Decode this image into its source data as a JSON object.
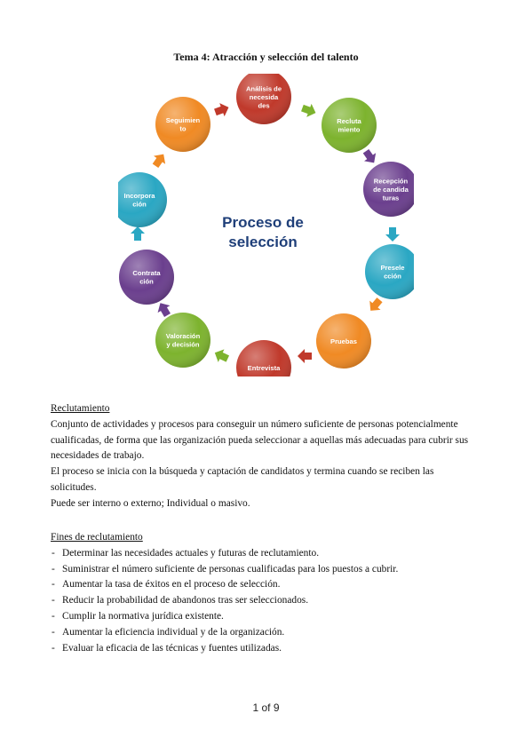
{
  "document": {
    "title": "Tema 4: Atracción y selección del talento",
    "page_indicator": "1 of 9"
  },
  "diagram": {
    "center_title": [
      "Proceso de",
      "selección"
    ],
    "center_color": "#1f3f79",
    "nodes": [
      {
        "lines": [
          "Análisis de",
          "necesida",
          "des"
        ],
        "color": "#c0392b"
      },
      {
        "lines": [
          "Recluta",
          "miento"
        ],
        "color": "#7db32e"
      },
      {
        "lines": [
          "Recepción",
          "de candida",
          "turas"
        ],
        "color": "#6b3f8e"
      },
      {
        "lines": [
          "Presele",
          "cción"
        ],
        "color": "#2aa7c3"
      },
      {
        "lines": [
          "Pruebas"
        ],
        "color": "#f08a24"
      },
      {
        "lines": [
          "Entrevista"
        ],
        "color": "#c0392b"
      },
      {
        "lines": [
          "Valoración",
          "y decisión"
        ],
        "color": "#7db32e"
      },
      {
        "lines": [
          "Contrata",
          "ción"
        ],
        "color": "#6b3f8e"
      },
      {
        "lines": [
          "Incorpora",
          "ción"
        ],
        "color": "#2aa7c3"
      },
      {
        "lines": [
          "Seguimien",
          "to"
        ],
        "color": "#f08a24"
      }
    ]
  },
  "sections": {
    "reclutamiento": {
      "heading": "Reclutamiento",
      "paragraphs": [
        "Conjunto de actividades y procesos para conseguir un número suficiente de personas potencialmente cualificadas, de forma que las organización pueda seleccionar a aquellas más adecuadas para cubrir sus necesidades de trabajo.",
        "El proceso se inicia con la búsqueda y captación de candidatos y termina cuando se reciben las solicitudes.",
        "Puede ser interno o externo; Individual o masivo."
      ]
    },
    "fines": {
      "heading": "Fines de reclutamiento",
      "items": [
        "Determinar las necesidades actuales y futuras de reclutamiento.",
        "Suministrar el número suficiente de personas cualificadas para los puestos a cubrir.",
        "Aumentar la tasa de éxitos en el proceso de selección.",
        "Reducir la probabilidad de abandonos tras ser seleccionados.",
        "Cumplir la normativa jurídica existente.",
        "Aumentar la eficiencia individual y de la organización.",
        "Evaluar la eficacia de las técnicas y fuentes utilizadas."
      ]
    }
  }
}
